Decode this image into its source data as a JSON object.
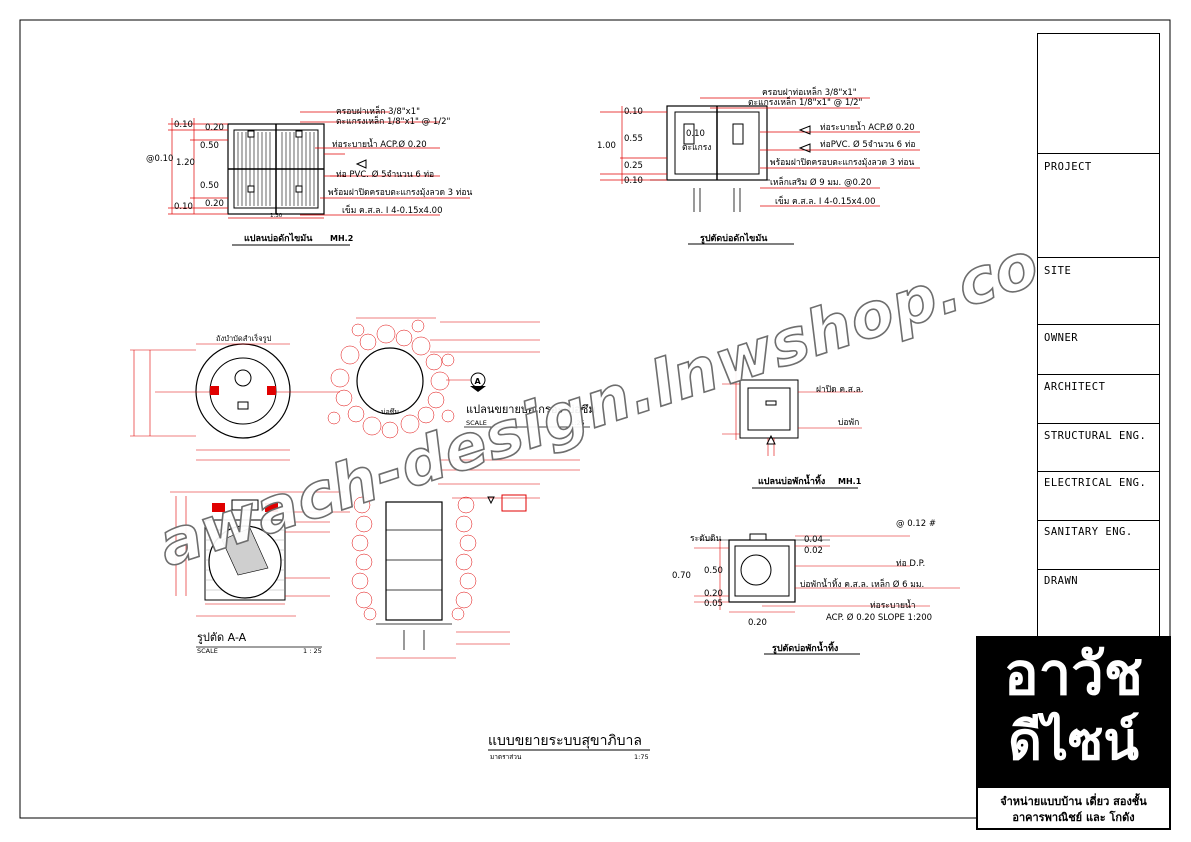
{
  "title_block": {
    "rows": [
      "PROJECT",
      "SITE",
      "OWNER",
      "ARCHITECT",
      "STRUCTURAL ENG.",
      "ELECTRICAL ENG.",
      "SANITARY ENG.",
      "DRAWN"
    ]
  },
  "logo": {
    "line1": "อาวัช",
    "line2": "ดีไซน์",
    "sub1": "จำหน่ายแบบบ้าน เดี่ยว สองชั้น",
    "sub2": "อาคารพาณิชย์ และ โกดัง"
  },
  "watermark": "awach-design.lnwshop.com",
  "grease_plan": {
    "title": "แปลนบ่อดักไขมัน",
    "tag": "MH.2",
    "dims_left": [
      "0.10",
      "0.20",
      "0.50",
      "1.20",
      "0.50",
      "0.20",
      "0.10"
    ],
    "dim_outer": "@0.10",
    "dim_bottom": "1.30",
    "notes": [
      "ครอบฝาเหล็ก 3/8\"x1\"",
      "ตะแกรงเหล็ก 1/8\"x1\" @ 1/2\"",
      "ท่อระบายน้ำ ACP.Ø 0.20",
      "ท่อ PVC. Ø 5จำนวน 6 ท่อ",
      "พร้อมฝาปิดครอบตะแกรงมุ้งลวด 3 ท่อน",
      "เข็ม ค.ส.ล. I 4-0.15x4.00"
    ]
  },
  "grease_section": {
    "title": "รูปตัดบ่อดักไขมัน",
    "dims_left": [
      "0.10",
      "1.00",
      "0.55",
      "0.25",
      "0.10"
    ],
    "inner_labels": [
      "0.10",
      "ตะแกรง"
    ],
    "notes": [
      "ครอบฝาท่อเหล็ก 3/8\"x1\"",
      "ตะแกรงเหล็ก 1/8\"x1\" @ 1/2\"",
      "ท่อระบายน้ำ ACP.Ø 0.20",
      "ท่อPVC. Ø 5จำนวน 6 ท่อ",
      "พร้อมฝาปิดครอบตะแกรงมุ้งลวด 3 ท่อน",
      "เหล็กเสริม Ø 9 มม. @0.20",
      "เข็ม ค.ส.ล. I 4-0.15x4.00"
    ]
  },
  "tank_plan": {
    "top_label": "ถังบำบัดสำเร็จรูป",
    "soak_label": "บ่อซึม",
    "title": "แปลนขยายบ่อเกรอะ-บ่อซึม",
    "scale": "SCALE",
    "scale_val": "1:25",
    "marker": "A"
  },
  "section_aa": {
    "title": "รูปตัด A-A",
    "scale": "SCALE",
    "scale_val": "1 : 25"
  },
  "sump_plan": {
    "title": "แปลนบ่อพักน้ำทิ้ง",
    "tag": "MH.1",
    "notes": [
      "ฝาปิด ค.ส.ล.",
      "บ่อพัก"
    ]
  },
  "sump_section": {
    "title": "รูปตัดบ่อพักน้ำทิ้ง",
    "ground": "ระดับดิน",
    "dims": [
      "0.04",
      "0.02",
      "0.70",
      "0.50",
      "0.20",
      "0.05",
      "0.20"
    ],
    "notes": [
      "@ 0.12 #",
      "ท่อ D.P.",
      "บ่อพักน้ำทิ้ง ค.ส.ล. เหล็ก Ø 6 มม.",
      "ท่อระบายน้ำ",
      "ACP. Ø 0.20 SLOPE 1:200"
    ]
  },
  "sheet_title": {
    "title": "แบบขยายระบบสุขาภิบาล",
    "scale_label": "มาตราส่วน",
    "scale_val": "1:75"
  }
}
